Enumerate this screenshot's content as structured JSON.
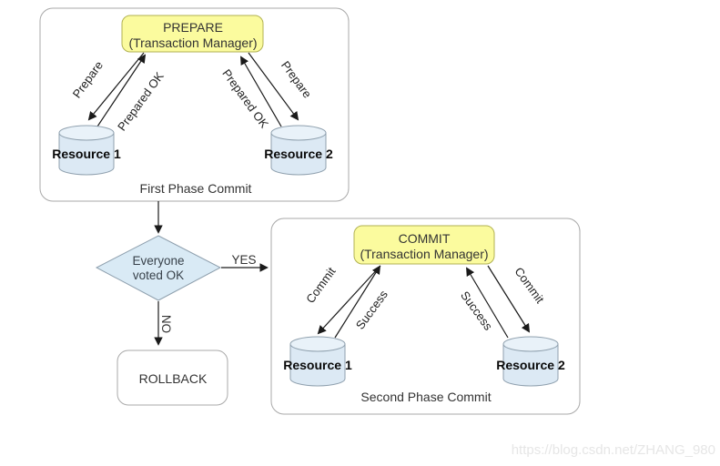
{
  "colors": {
    "manager_fill": "#FBFB9E",
    "resource_fill": "#DCE9F4",
    "resource_top_fill": "#E9F2F9",
    "decision_fill": "#D9EAF5"
  },
  "phase1": {
    "title": "First Phase Commit",
    "manager": {
      "line1": "PREPARE",
      "line2": "(Transaction Manager)"
    },
    "resources": [
      "Resource 1",
      "Resource 2"
    ],
    "arrows": {
      "prepare_left": "Prepare",
      "prepared_ok_left": "Prepared OK",
      "prepared_ok_right": "Prepared OK",
      "prepare_right": "Prepare"
    }
  },
  "decision": {
    "line1": "Everyone",
    "line2": "voted OK",
    "yes": "YES",
    "no": "NO"
  },
  "rollback": {
    "label": "ROLLBACK"
  },
  "phase2": {
    "title": "Second Phase Commit",
    "manager": {
      "line1": "COMMIT",
      "line2": "(Transaction Manager)"
    },
    "resources": [
      "Resource 1",
      "Resource 2"
    ],
    "arrows": {
      "commit_left": "Commit",
      "success_left": "Success",
      "success_right": "Success",
      "commit_right": "Commit"
    }
  },
  "watermark": {
    "text": "https://blog.csdn.net/ZHANG_980"
  }
}
